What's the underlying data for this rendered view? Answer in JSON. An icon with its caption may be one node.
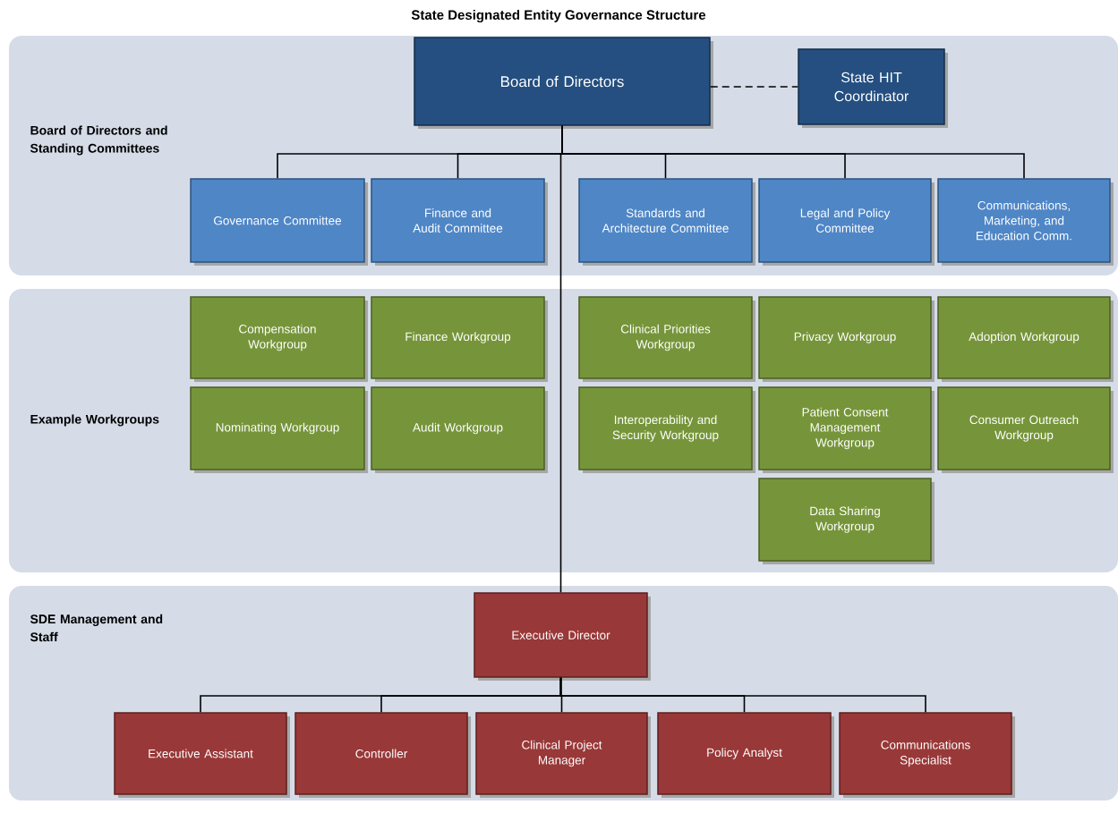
{
  "diagram": {
    "title": "State Designated Entity Governance Structure",
    "nodes": [
      {
        "text": [
          "Board of Directors and Standing Committees"
        ]
      },
      {
        "text": [
          "Board of Directors"
        ],
        "in": 0
      },
      {
        "text": [
          "State HIT Coordinator"
        ],
        "in": 0
      },
      {
        "text": [
          "Governance Committee"
        ],
        "in": 0
      },
      {
        "text": [
          "Finance and Audit Committee"
        ],
        "in": 0
      },
      {
        "text": [
          "Standards and Architecture Committee"
        ],
        "in": 0
      },
      {
        "text": [
          "Legal and Policy Committee"
        ],
        "in": 0
      },
      {
        "text": [
          "Communications, Marketing, and Education Comm."
        ],
        "in": 0
      },
      {
        "text": [
          "Example Workgroups"
        ]
      },
      {
        "text": [
          "Compensation Workgroup"
        ],
        "in": 8
      },
      {
        "text": [
          "Finance Workgroup"
        ],
        "in": 8
      },
      {
        "text": [
          "Clinical Priorities Workgroup"
        ],
        "in": 8
      },
      {
        "text": [
          "Privacy Workgroup"
        ],
        "in": 8
      },
      {
        "text": [
          "Adoption Workgroup"
        ],
        "in": 8
      },
      {
        "text": [
          "Nominating Workgroup"
        ],
        "in": 8
      },
      {
        "text": [
          "Audit Workgroup"
        ],
        "in": 8
      },
      {
        "text": [
          "Interoperability and Security Workgroup"
        ],
        "in": 8
      },
      {
        "text": [
          "Patient Consent Management Workgroup"
        ],
        "in": 8
      },
      {
        "text": [
          "Consumer Outreach Workgroup"
        ],
        "in": 8
      },
      {
        "text": [
          "Data Sharing Workgroup"
        ],
        "in": 8
      },
      {
        "text": [
          "SDE Management and Staff"
        ]
      },
      {
        "text": [
          "Executive Director"
        ],
        "in": 20
      },
      {
        "text": [
          "Executive Assistant"
        ],
        "in": 20
      },
      {
        "text": [
          "Controller"
        ],
        "in": 20
      },
      {
        "text": [
          "Clinical Project Manager"
        ],
        "in": 20
      },
      {
        "text": [
          "Policy Analyst"
        ],
        "in": 20
      },
      {
        "text": [
          "Communications Specialist"
        ],
        "in": 20
      }
    ],
    "edges": [
      {
        "from": 1,
        "to": 2,
        "arrow": "none",
        "style": "dashed"
      },
      {
        "from": 1,
        "to": 3,
        "arrow": "none"
      },
      {
        "from": 1,
        "to": 4,
        "arrow": "none"
      },
      {
        "from": 1,
        "to": 5,
        "arrow": "none"
      },
      {
        "from": 1,
        "to": 6,
        "arrow": "none"
      },
      {
        "from": 1,
        "to": 7,
        "arrow": "none"
      },
      {
        "from": 1,
        "to": 21,
        "arrow": "none"
      },
      {
        "from": 21,
        "to": 22,
        "arrow": "none"
      },
      {
        "from": 21,
        "to": 23,
        "arrow": "none"
      },
      {
        "from": 21,
        "to": 24,
        "arrow": "none"
      },
      {
        "from": 21,
        "to": 25,
        "arrow": "none"
      },
      {
        "from": 21,
        "to": 26,
        "arrow": "none"
      }
    ]
  }
}
